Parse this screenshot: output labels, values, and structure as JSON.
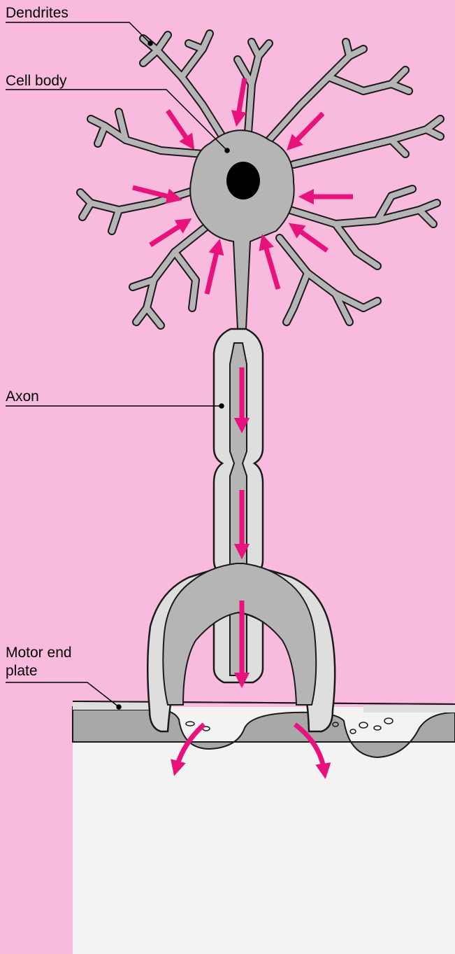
{
  "labels": {
    "dendrites": "Dendrites",
    "cell_body": "Cell body",
    "axon": "Axon",
    "motor_end_plate_line1": "Motor end",
    "motor_end_plate_line2": "plate"
  },
  "colors": {
    "background": "#f8badd",
    "neuron_fill": "#b5b5b5",
    "myelin_fill": "#dedede",
    "outline": "#1a1a1a",
    "arrow": "#e8127c",
    "nucleus": "#000000",
    "muscle": "#f3f3f3"
  }
}
